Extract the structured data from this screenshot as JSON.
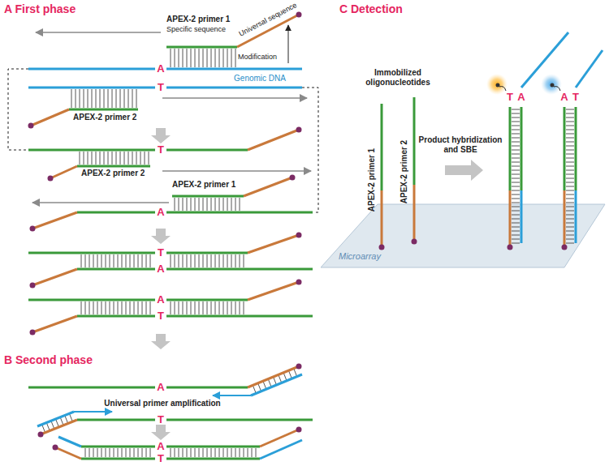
{
  "diagram": {
    "nodes": [
      {
        "text": [
          "Microarray"
        ]
      }
    ],
    "labels": [
      "A First phase",
      "APEX-2 primer 1",
      "Specific sequence",
      "Universal sequence",
      "Modification",
      "A",
      "Genomic DNA",
      "T",
      "APEX-2 primer 2",
      "T",
      "APEX-2 primer 2",
      "APEX-2 primer 1",
      "A",
      "T",
      "A",
      "A",
      "T",
      "B Second phase",
      "A",
      "Universal primer amplification",
      "T",
      "A",
      "T",
      "C Detection",
      "Immobilized oligonucleotides",
      "APEX-2 primer 1",
      "APEX-2 primer 2",
      "Product hybridization and SBE",
      "T",
      "A",
      "A",
      "T"
    ]
  }
}
